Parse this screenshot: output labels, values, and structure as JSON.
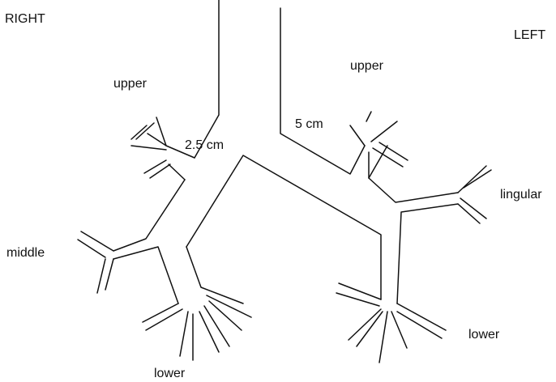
{
  "labels": {
    "right": "RIGHT",
    "left": "LEFT",
    "right_upper": "upper",
    "left_upper": "upper",
    "dist_right": "2.5 cm",
    "dist_left": "5 cm",
    "lingular": "lingular",
    "middle": "middle",
    "right_lower": "lower",
    "left_lower": "lower"
  }
}
